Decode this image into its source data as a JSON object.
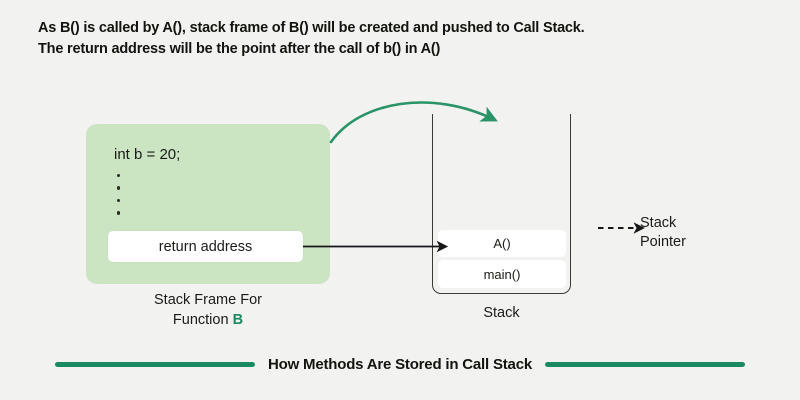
{
  "heading": {
    "line1": "As B() is called by A(), stack frame of B() will be created and pushed to Call Stack.",
    "line2": "The return address will be the point after the call of b() in A()"
  },
  "stack_frame": {
    "code_line": "int b = 20;",
    "ellipsis_dots": 4,
    "return_address_label": "return address",
    "caption_line1": "Stack Frame For",
    "caption_line2_prefix": "Function",
    "caption_line2_accent": "B"
  },
  "stack": {
    "rows": [
      {
        "label": "A()"
      },
      {
        "label": "main()"
      }
    ],
    "caption": "Stack"
  },
  "stack_pointer": {
    "line1": "Stack",
    "line2": "Pointer"
  },
  "bottom_caption": {
    "text": "How Methods Are Stored in Call Stack"
  },
  "colors": {
    "background": "#f2f2f1",
    "frame_fill": "#cbe5c2",
    "accent_green": "#1a8a62",
    "arrow_green": "#2a9367",
    "stroke_dark": "#3a3a38",
    "text": "#1b1b18"
  }
}
